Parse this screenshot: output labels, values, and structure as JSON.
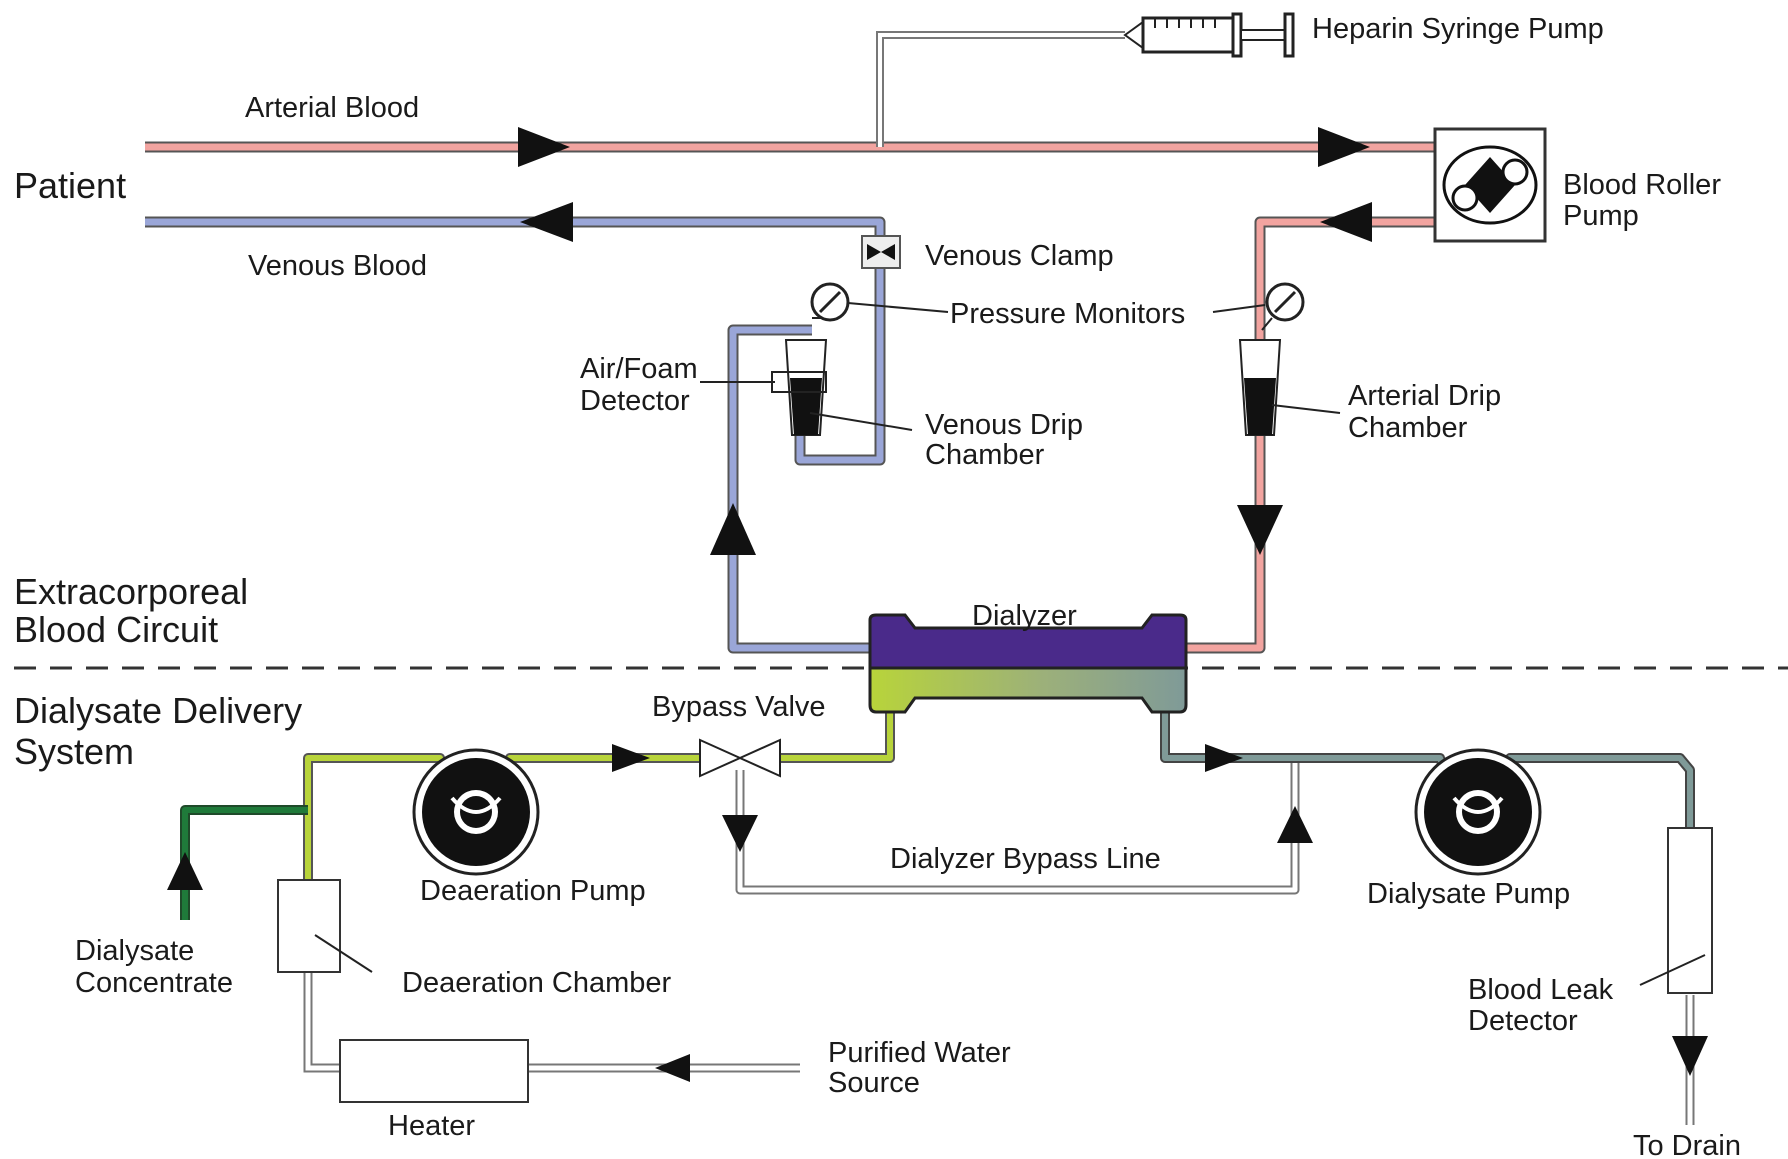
{
  "diagram": {
    "sections": {
      "patient": "Patient",
      "extracorporeal_line1": "Extracorporeal",
      "extracorporeal_line2": "Blood Circuit",
      "dialysate_line1": "Dialysate Delivery",
      "dialysate_line2": "System"
    },
    "labels": {
      "heparin_syringe_pump": "Heparin Syringe Pump",
      "arterial_blood": "Arterial Blood",
      "venous_blood": "Venous Blood",
      "blood_roller_pump_line1": "Blood Roller",
      "blood_roller_pump_line2": "Pump",
      "venous_clamp": "Venous Clamp",
      "pressure_monitors": "Pressure Monitors",
      "air_foam_detector_line1": "Air/Foam",
      "air_foam_detector_line2": "Detector",
      "venous_drip_chamber_line1": "Venous Drip",
      "venous_drip_chamber_line2": "Chamber",
      "arterial_drip_chamber_line1": "Arterial Drip",
      "arterial_drip_chamber_line2": "Chamber",
      "dialyzer": "Dialyzer",
      "bypass_valve": "Bypass Valve",
      "dialyzer_bypass_line": "Dialyzer Bypass Line",
      "deaeration_pump": "Deaeration Pump",
      "dialysate_pump": "Dialysate Pump",
      "dialysate_concentrate_line1": "Dialysate",
      "dialysate_concentrate_line2": "Concentrate",
      "deaeration_chamber": "Deaeration Chamber",
      "purified_water_source_line1": "Purified Water",
      "purified_water_source_line2": "Source",
      "heater": "Heater",
      "blood_leak_detector_line1": "Blood Leak",
      "blood_leak_detector_line2": "Detector",
      "to_drain": "To Drain"
    },
    "colors": {
      "arterial": "#f2a4a0",
      "venous": "#9aa6d8",
      "dialyzer_top": "#4a2a8a",
      "dialysate_fresh": "#b8d43a",
      "dialysate_used": "#7f9a98",
      "concentrate": "#1f7a3a",
      "outline": "#222222"
    }
  }
}
